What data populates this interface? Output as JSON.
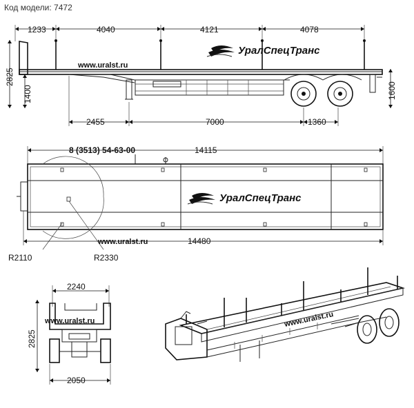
{
  "caption": "Код модели: 7472",
  "brand": "УралСпецТранс",
  "url": "www.uralst.ru",
  "side_view": {
    "top_dims": [
      "1233",
      "4040",
      "4121",
      "4078"
    ],
    "bottom_dims": [
      "2455",
      "7000",
      "1360"
    ],
    "height_total": "2825",
    "height_deck": "1400",
    "height_rear": "1600"
  },
  "top_view": {
    "phone_label": "8 (3513) 54-63-00",
    "deck_length": "14115",
    "total_length": "14480",
    "radius_front": "R2110",
    "radius_rear": "R2330"
  },
  "front_view": {
    "width_top": "2240",
    "width_bottom": "2050",
    "height": "2825"
  }
}
